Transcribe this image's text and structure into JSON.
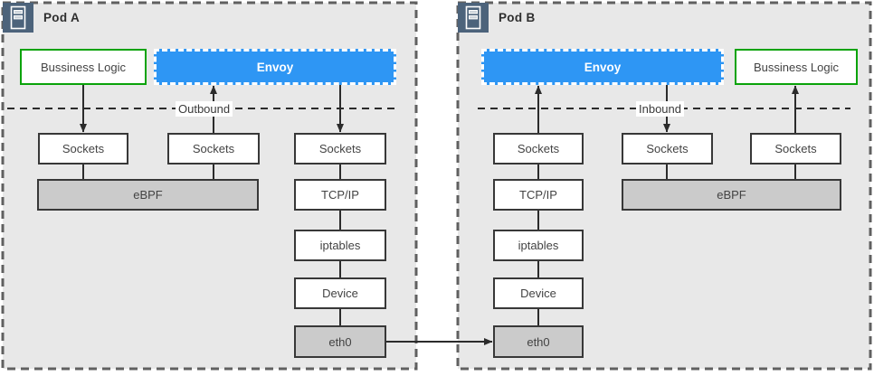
{
  "pods": [
    {
      "title": "Pod A",
      "flow_label": "Outbound"
    },
    {
      "title": "Pod B",
      "flow_label": "Inbound"
    }
  ],
  "labels": {
    "business_logic": "Bussiness Logic",
    "envoy": "Envoy",
    "sockets": "Sockets",
    "ebpf": "eBPF",
    "tcpip": "TCP/IP",
    "iptables": "iptables",
    "device": "Device",
    "eth0": "eth0"
  },
  "icons": {
    "pod": "server-rack-icon"
  },
  "colors": {
    "envoy_fill": "#2E96F4",
    "business_border": "#0AA30A",
    "pod_fill": "#E8E8E8",
    "pod_border": "#606060",
    "node_border": "#383838",
    "node_gray_fill": "#CBCBCB",
    "icon_fill": "#4C637B",
    "line": "#2B2B2B"
  }
}
